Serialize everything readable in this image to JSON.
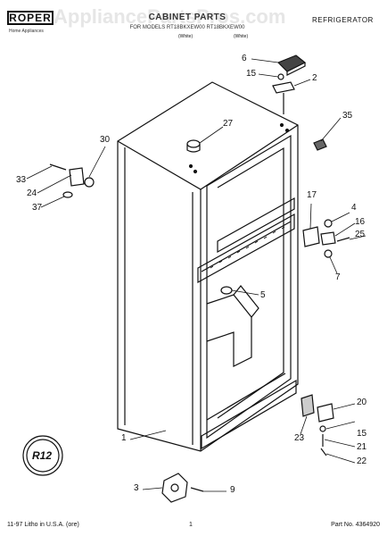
{
  "header": {
    "brand": "ROPER",
    "brand_sub": "Home Appliances",
    "watermark": "AppliancePartsPros.com",
    "title": "CABINET PARTS",
    "model_line": "FOR MODELS RT18BKXEW00 RT18BKXEW00",
    "color_1": "(White)",
    "color_2": "(White)",
    "product": "REFRIGERATOR"
  },
  "callouts": [
    {
      "id": "6",
      "label": "6"
    },
    {
      "id": "15a",
      "label": "15"
    },
    {
      "id": "2",
      "label": "2"
    },
    {
      "id": "35",
      "label": "35"
    },
    {
      "id": "27",
      "label": "27"
    },
    {
      "id": "30",
      "label": "30"
    },
    {
      "id": "33",
      "label": "33"
    },
    {
      "id": "24",
      "label": "24"
    },
    {
      "id": "37",
      "label": "37"
    },
    {
      "id": "17",
      "label": "17"
    },
    {
      "id": "4",
      "label": "4"
    },
    {
      "id": "16",
      "label": "16"
    },
    {
      "id": "25",
      "label": "25"
    },
    {
      "id": "7",
      "label": "7"
    },
    {
      "id": "5",
      "label": "5"
    },
    {
      "id": "20",
      "label": "20"
    },
    {
      "id": "15b",
      "label": "15"
    },
    {
      "id": "21",
      "label": "21"
    },
    {
      "id": "22",
      "label": "22"
    },
    {
      "id": "23",
      "label": "23"
    },
    {
      "id": "1",
      "label": "1"
    },
    {
      "id": "3",
      "label": "3"
    },
    {
      "id": "9",
      "label": "9"
    }
  ],
  "badge": {
    "label": "R12"
  },
  "footer": {
    "litho": "11-97 Litho in U.S.A. (ore)",
    "page": "1",
    "part_no": "Part No. 4364920"
  }
}
